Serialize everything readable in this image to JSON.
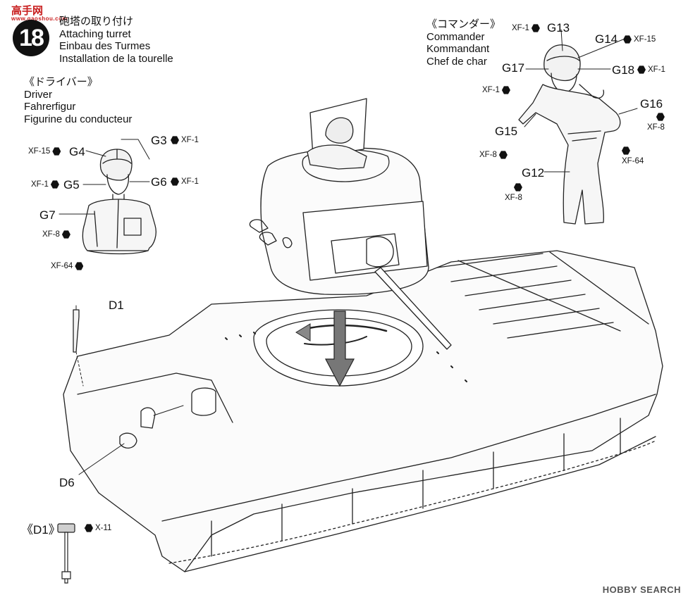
{
  "watermark": {
    "logo": "高手网",
    "url": "www.gaoshou.com"
  },
  "step": {
    "number": "18"
  },
  "title": {
    "jp": "砲塔の取り付け",
    "en": "Attaching turret",
    "de": "Einbau des Turmes",
    "fr": "Installation de la tourelle"
  },
  "driver": {
    "jp": "《ドライバー》",
    "en": "Driver",
    "de": "Fahrerfigur",
    "fr": "Figurine du conducteur",
    "parts": {
      "g3": "G3",
      "g4": "G4",
      "g5": "G5",
      "g6": "G6",
      "g7": "G7"
    },
    "paints": {
      "g3": "XF-1",
      "g4": "XF-15",
      "g5": "XF-1",
      "g6": "XF-1",
      "g7": "XF-8",
      "base": "XF-64"
    }
  },
  "commander": {
    "jp": "《コマンダー》",
    "en": "Commander",
    "de": "Kommandant",
    "fr": "Chef de char",
    "parts": {
      "g12": "G12",
      "g13": "G13",
      "g14": "G14",
      "g15": "G15",
      "g16": "G16",
      "g17": "G17",
      "g18": "G18"
    },
    "paints": {
      "g13": "XF-1",
      "g14": "XF-15",
      "g17": "XF-1",
      "g18": "XF-1",
      "g16": "XF-8",
      "g15": "XF-8",
      "g16b": "XF-64",
      "g12": "XF-8"
    }
  },
  "hull_parts": {
    "d1": "D1",
    "d6": "D6"
  },
  "d1_detail": {
    "label": "《D1》",
    "paint": "X-11"
  },
  "footer": {
    "brand": "HOBBY SEARCH"
  },
  "colors": {
    "ink": "#111111",
    "accent": "#c81e1e"
  }
}
